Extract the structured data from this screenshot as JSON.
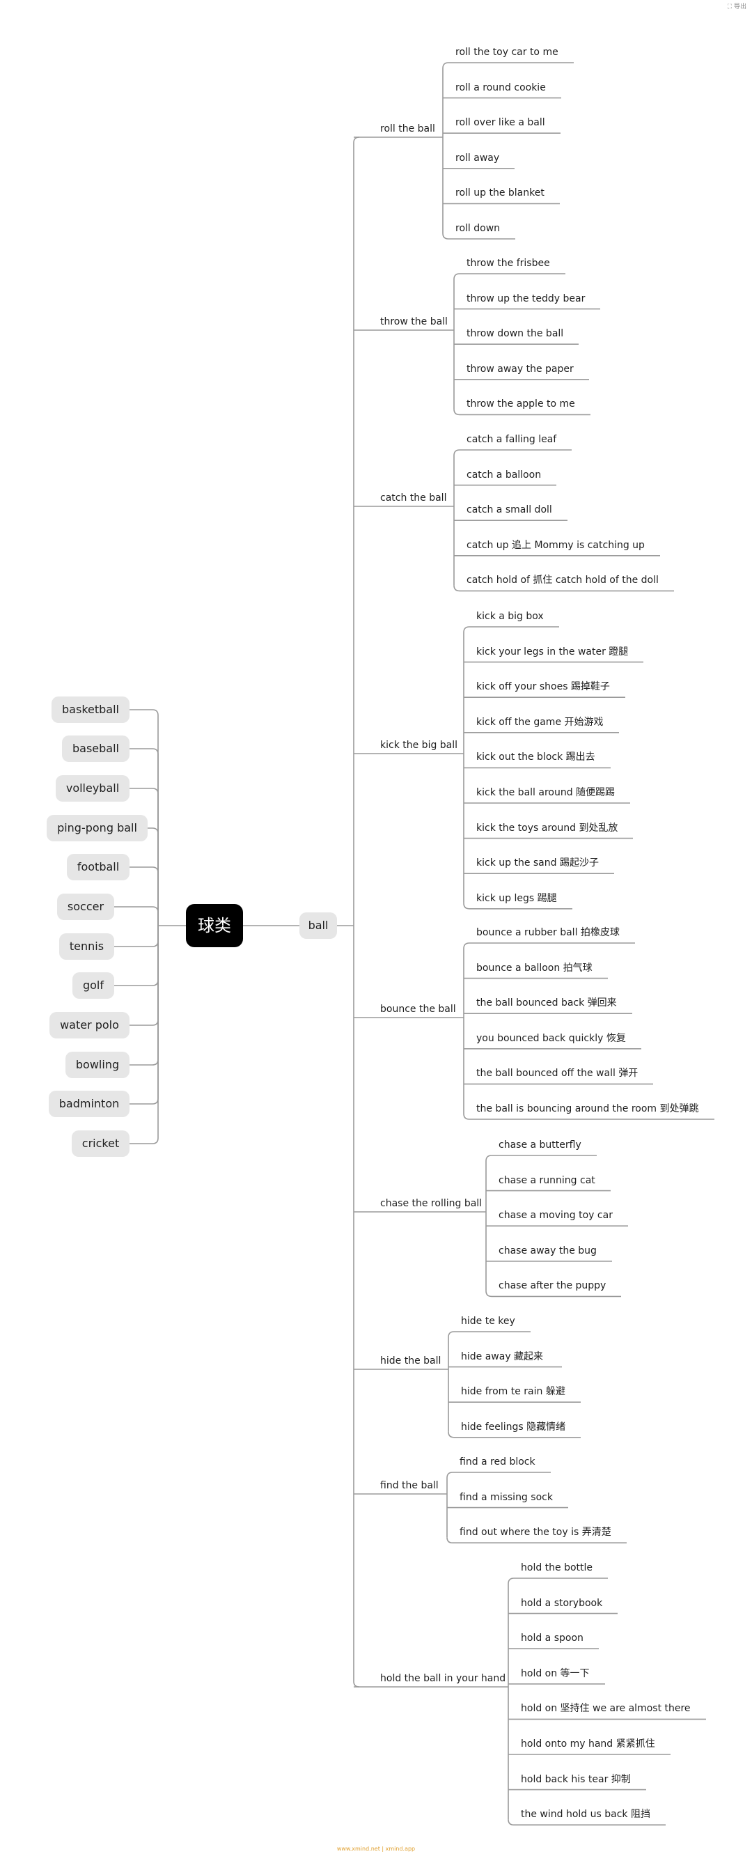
{
  "corner_mark": "⛶ 导出",
  "footer": "www.xmind.net | xmind.app",
  "root": "球类",
  "left_items": [
    "basketball",
    "baseball",
    "volleyball",
    "ping-pong ball",
    "football",
    "soccer",
    "tennis",
    "golf",
    "water polo",
    "bowling",
    "badminton",
    "cricket"
  ],
  "center": "ball",
  "branches": [
    {
      "label": "roll the ball",
      "leaves": [
        "roll the toy car to me",
        "roll a round cookie",
        "roll over like a ball",
        "roll away",
        "roll up the blanket",
        "roll down"
      ]
    },
    {
      "label": "throw the ball",
      "leaves": [
        "throw the frisbee",
        "throw up the teddy bear",
        "throw down the ball",
        "throw away the paper",
        "throw the apple to me"
      ]
    },
    {
      "label": "catch the ball",
      "leaves": [
        "catch a falling leaf",
        "catch a balloon",
        "catch a small doll",
        "catch up 追上 Mommy is catching up",
        "catch hold of 抓住 catch hold of the doll"
      ]
    },
    {
      "label": "kick the big ball",
      "leaves": [
        "kick a big box",
        "kick your legs in the water 蹬腿",
        "kick off your shoes 踢掉鞋子",
        "kick off the game 开始游戏",
        "kick out the block 踢出去",
        "kick the ball around 随便踢踢",
        "kick the toys around 到处乱放",
        "kick up the sand 踢起沙子",
        "kick up legs 踢腿"
      ]
    },
    {
      "label": "bounce the ball",
      "leaves": [
        "bounce a rubber ball 拍橡皮球",
        "bounce a balloon 拍气球",
        "the ball bounced back 弹回来",
        "you bounced back quickly 恢复",
        "the ball bounced off the wall 弹开",
        "the ball is bouncing around the room 到处弹跳"
      ]
    },
    {
      "label": "chase the rolling ball",
      "leaves": [
        "chase a butterfly",
        "chase a running cat",
        "chase a moving toy car",
        "chase away the bug",
        "chase after the puppy"
      ]
    },
    {
      "label": "hide the ball",
      "leaves": [
        "hide te key",
        "hide away  藏起来",
        "hide from te rain 躲避",
        "hide feelings 隐藏情绪"
      ]
    },
    {
      "label": "find the ball",
      "leaves": [
        "find a red block",
        "find a missing sock",
        "find out where the toy is 弄清楚"
      ]
    },
    {
      "label": "hold the ball in your hand",
      "leaves": [
        "hold the bottle",
        "hold a storybook",
        "hold a spoon",
        "hold on 等一下",
        "hold on 坚持住 we are almost there",
        "hold onto my hand 紧紧抓住",
        "hold back his tear 抑制",
        "the wind hold us back 阻挡"
      ]
    }
  ]
}
